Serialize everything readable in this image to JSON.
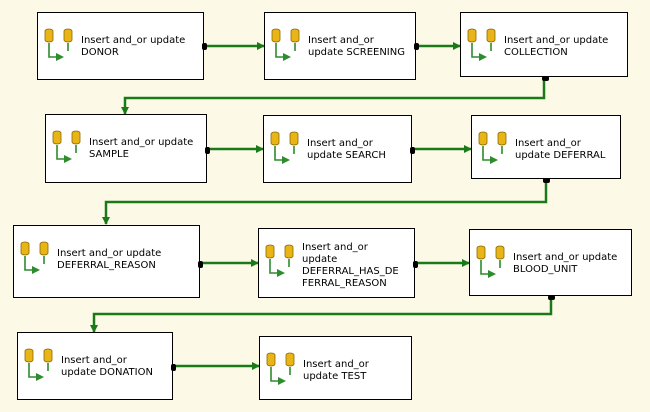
{
  "canvas": {
    "background": "#fcfae6",
    "connector_color": "#1a7a1a",
    "task_icon": "data-flow-task-icon"
  },
  "tasks": [
    {
      "id": "donor",
      "label": "Insert and_or update\nDONOR"
    },
    {
      "id": "screening",
      "label": "Insert and_or\nupdate SCREENING"
    },
    {
      "id": "collection",
      "label": "Insert and_or update\nCOLLECTION"
    },
    {
      "id": "sample",
      "label": "Insert and_or update\nSAMPLE"
    },
    {
      "id": "search",
      "label": "Insert and_or\nupdate SEARCH"
    },
    {
      "id": "deferral",
      "label": "Insert and_or\nupdate DEFERRAL"
    },
    {
      "id": "deferral-reason",
      "label": "Insert and_or update\nDEFERRAL_REASON"
    },
    {
      "id": "deferral-has-deferral-reason",
      "label": "Insert and_or\nupdate\nDEFERRAL_HAS_DE\nFERRAL_REASON"
    },
    {
      "id": "blood-unit",
      "label": "Insert and_or update\nBLOOD_UNIT"
    },
    {
      "id": "donation",
      "label": "Insert and_or\nupdate DONATION"
    },
    {
      "id": "test",
      "label": "Insert and_or\nupdate TEST"
    }
  ]
}
